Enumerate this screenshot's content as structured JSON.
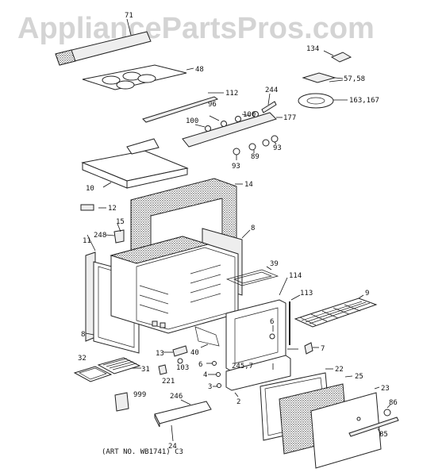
{
  "watermark": "AppliancePartsPros.com",
  "art_number": "(ART NO. WB1741) C3",
  "labels": {
    "l71": "71",
    "l48": "48",
    "l134": "134",
    "l5758": "57,58",
    "l163167": "163,167",
    "l112": "112",
    "l244": "244",
    "l96": "96",
    "l100a": "100",
    "l100b": "100",
    "l177": "177",
    "l93a": "93",
    "l89": "89",
    "l93b": "93",
    "l10": "10",
    "l14": "14",
    "l12": "12",
    "l248": "248",
    "l15": "15",
    "l11": "11",
    "l8a": "8",
    "l39": "39",
    "l114": "114",
    "l113": "113",
    "l9": "9",
    "l8b": "8",
    "l6a": "6",
    "l7a": "7",
    "l40": "40",
    "l13": "13",
    "l103": "103",
    "l6b": "6",
    "l2457": "245,7",
    "l4": "4",
    "l221": "221",
    "l3": "3",
    "l32": "32",
    "l31": "31",
    "l22": "22",
    "l25": "25",
    "l2": "2",
    "l23": "23",
    "l86": "86",
    "l999": "999",
    "l246": "246",
    "l85": "85",
    "l24": "24"
  }
}
